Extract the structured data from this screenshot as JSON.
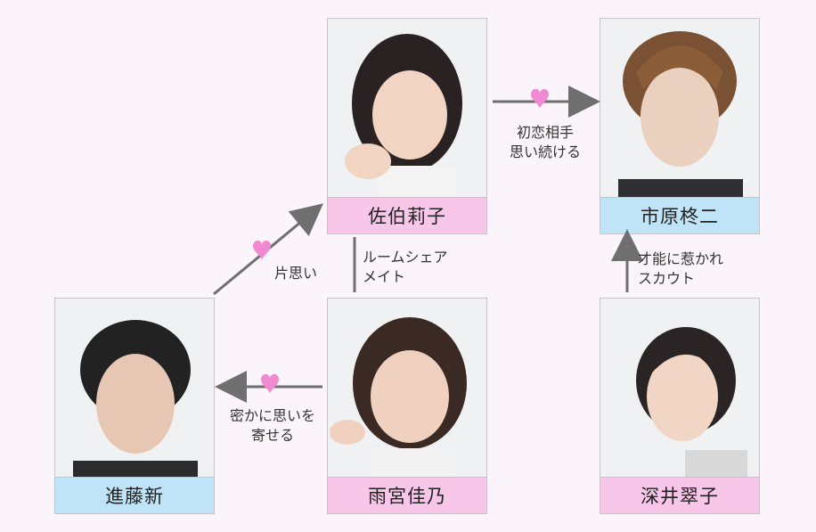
{
  "people": {
    "sato": {
      "name": "佐伯莉子",
      "color": "#f7c6e9"
    },
    "ichihara": {
      "name": "市原柊二",
      "color": "#bfe4f8"
    },
    "shindo": {
      "name": "進藤新",
      "color": "#bfe4f8"
    },
    "amamiya": {
      "name": "雨宮佳乃",
      "color": "#f7c6e9"
    },
    "fukai": {
      "name": "深井翠子",
      "color": "#f7c6e9"
    }
  },
  "relations": {
    "first_love": {
      "line1": "初恋相手",
      "line2": "思い続ける"
    },
    "one_sided": {
      "text": "片思い"
    },
    "roommate": {
      "line1": "ルームシェア",
      "line2": "メイト"
    },
    "secret_love": {
      "line1": "密かに思いを",
      "line2": "寄せる"
    },
    "scout": {
      "line1": "才能に惹かれ",
      "line2": "スカウト"
    }
  },
  "colors": {
    "heart": "#f08ad0",
    "arrow": "#6f6f6f",
    "pink_label": "#f7c6e9",
    "blue_label": "#bfe4f8"
  },
  "icons": [
    "heart-icon",
    "arrow-icon",
    "person-photo"
  ]
}
